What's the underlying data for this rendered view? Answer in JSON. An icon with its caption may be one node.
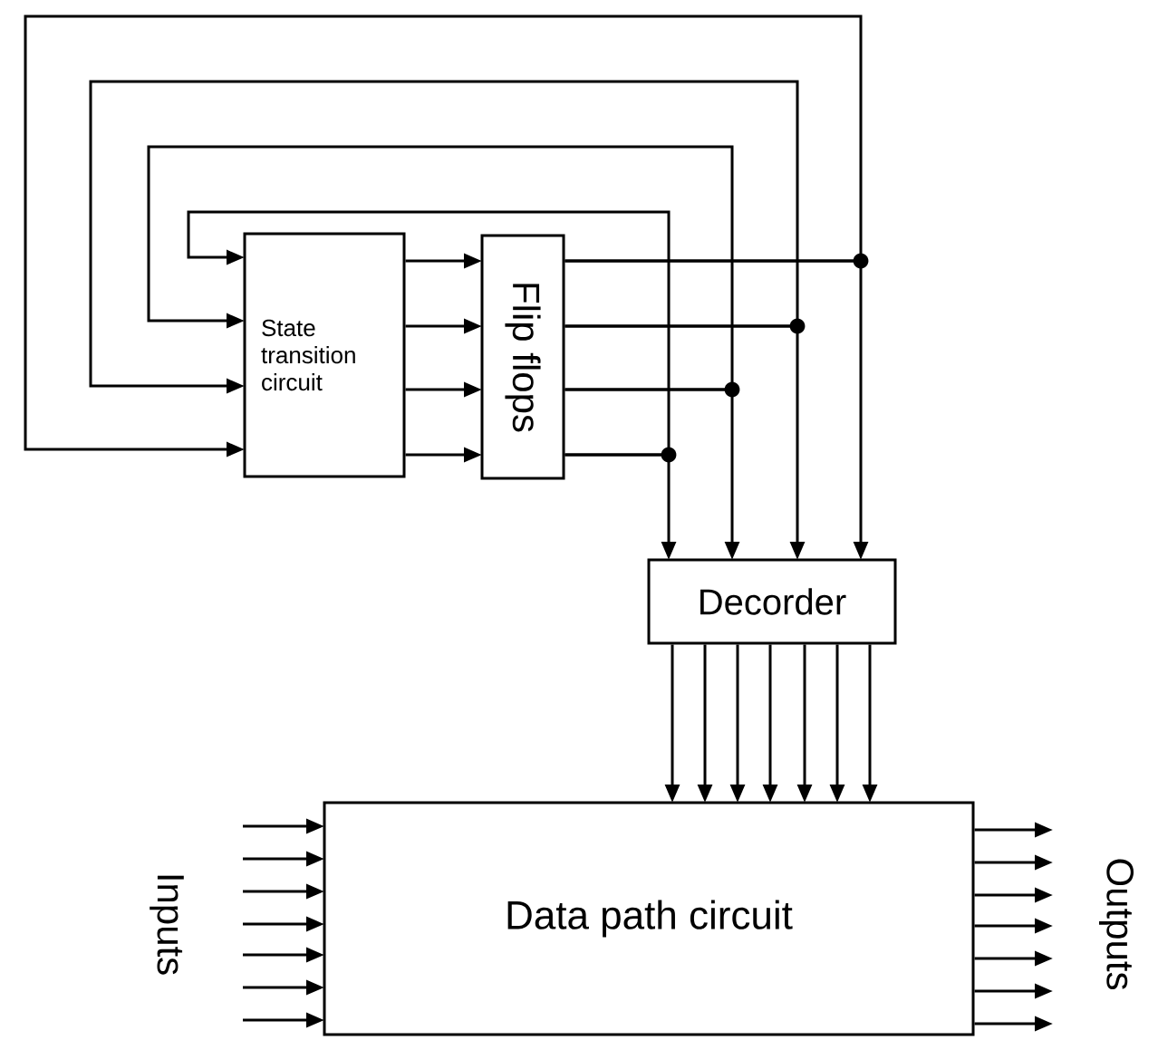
{
  "diagram": {
    "nodes": [
      {
        "text": [
          "State transition circuit"
        ]
      },
      {
        "text": [
          "Flip flops"
        ]
      },
      {
        "text": [
          "Decorder"
        ]
      },
      {
        "text": [
          "Data path circuit"
        ]
      }
    ],
    "edges": [
      {
        "from": 0,
        "to": 1,
        "arrow": "to"
      },
      {
        "from": 0,
        "to": 1,
        "arrow": "to"
      },
      {
        "from": 0,
        "to": 1,
        "arrow": "to"
      },
      {
        "from": 0,
        "to": 1,
        "arrow": "to"
      },
      {
        "from": 1,
        "to": 0,
        "arrow": "to"
      },
      {
        "from": 1,
        "to": 0,
        "arrow": "to"
      },
      {
        "from": 1,
        "to": 0,
        "arrow": "to"
      },
      {
        "from": 1,
        "to": 0,
        "arrow": "to"
      },
      {
        "from": 1,
        "to": 2,
        "arrow": "to"
      },
      {
        "from": 1,
        "to": 2,
        "arrow": "to"
      },
      {
        "from": 1,
        "to": 2,
        "arrow": "to"
      },
      {
        "from": 1,
        "to": 2,
        "arrow": "to"
      },
      {
        "from": 2,
        "to": 3,
        "arrow": "to"
      },
      {
        "from": 2,
        "to": 3,
        "arrow": "to"
      },
      {
        "from": 2,
        "to": 3,
        "arrow": "to"
      },
      {
        "from": 2,
        "to": 3,
        "arrow": "to"
      },
      {
        "from": 2,
        "to": 3,
        "arrow": "to"
      },
      {
        "from": 2,
        "to": 3,
        "arrow": "to"
      },
      {
        "from": 2,
        "to": 3,
        "arrow": "to"
      },
      {
        "from": null,
        "to": 3,
        "arrow": "to"
      },
      {
        "from": null,
        "to": 3,
        "arrow": "to"
      },
      {
        "from": null,
        "to": 3,
        "arrow": "to"
      },
      {
        "from": null,
        "to": 3,
        "arrow": "to"
      },
      {
        "from": null,
        "to": 3,
        "arrow": "to"
      },
      {
        "from": null,
        "to": 3,
        "arrow": "to"
      },
      {
        "from": null,
        "to": 3,
        "arrow": "to"
      },
      {
        "from": 3,
        "to": null,
        "arrow": "to"
      },
      {
        "from": 3,
        "to": null,
        "arrow": "to"
      },
      {
        "from": 3,
        "to": null,
        "arrow": "to"
      },
      {
        "from": 3,
        "to": null,
        "arrow": "to"
      },
      {
        "from": 3,
        "to": null,
        "arrow": "to"
      },
      {
        "from": 3,
        "to": null,
        "arrow": "to"
      },
      {
        "from": 3,
        "to": null,
        "arrow": "to"
      }
    ],
    "labels": [
      "Inputs",
      "Outputs"
    ]
  }
}
